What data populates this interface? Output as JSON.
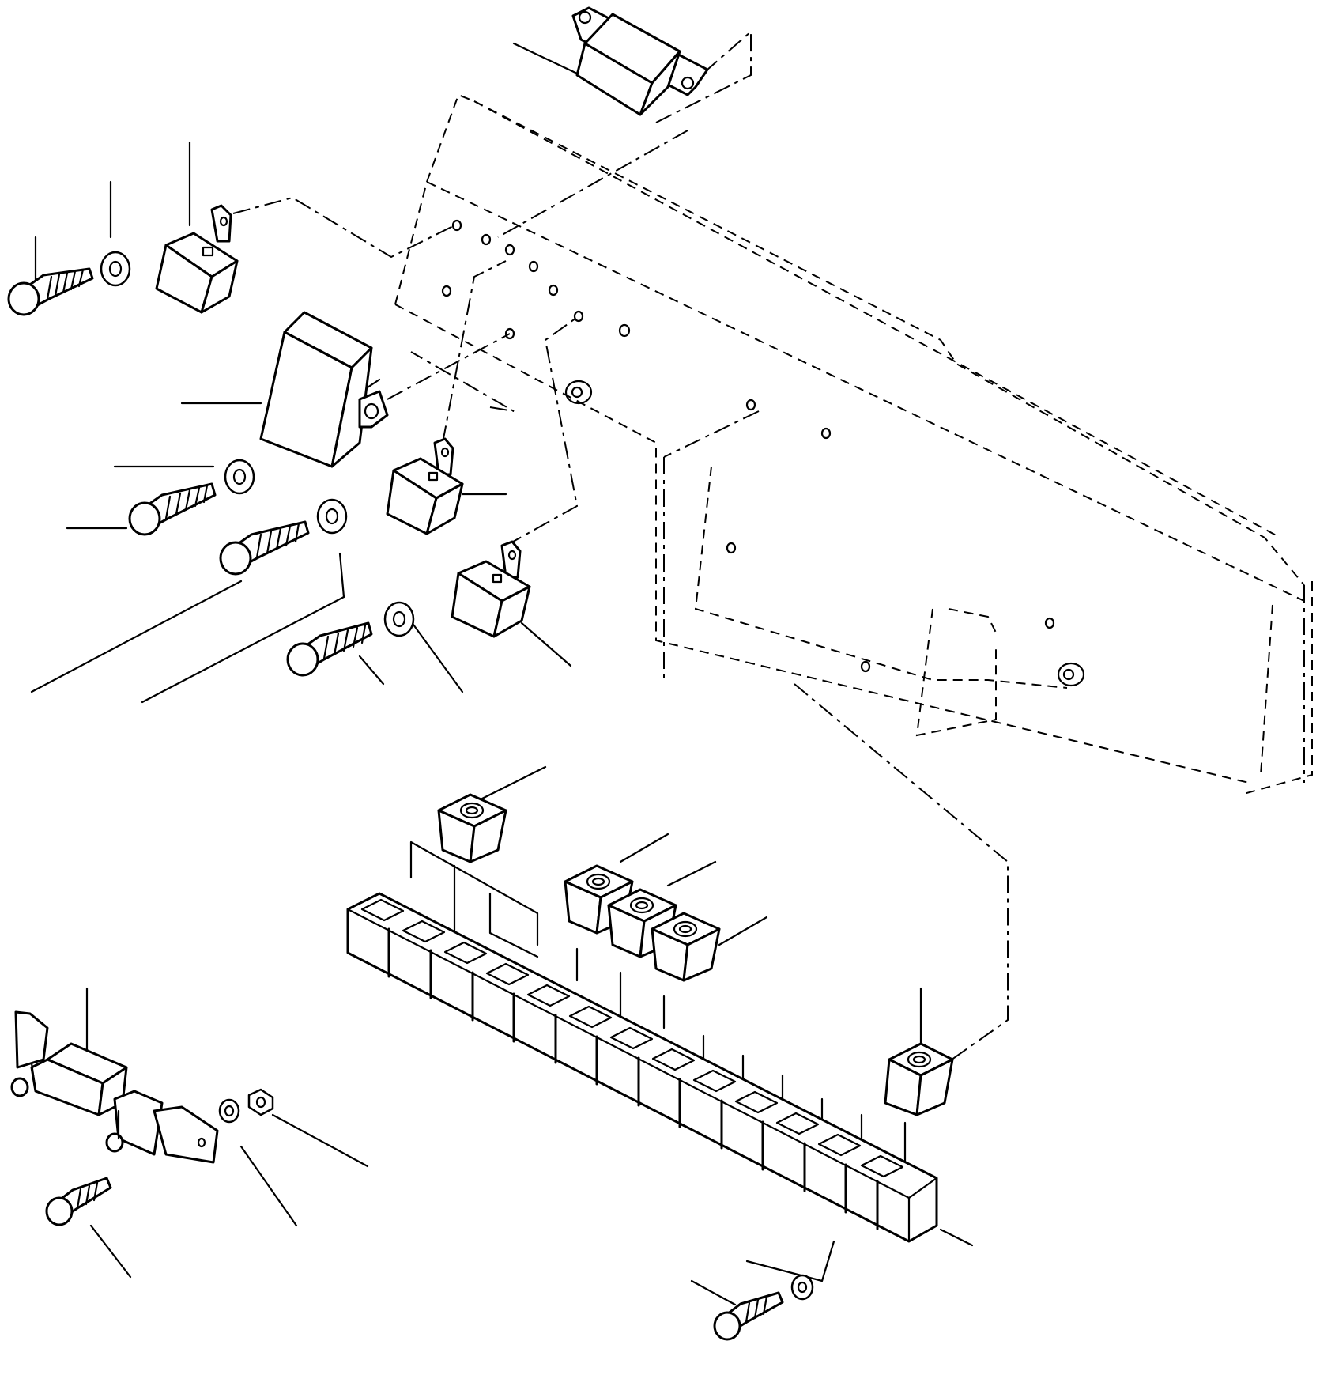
{
  "colors": {
    "stroke": "#000000",
    "background": "#ffffff"
  },
  "diagram": {
    "parts": [
      "mounting-panel",
      "relay-top",
      "relay-small-left",
      "control-unit",
      "relay-middle-1",
      "relay-middle-2",
      "relay-plug-1",
      "relay-plug-2",
      "relay-plug-3",
      "relay-plug-4",
      "relay-plug-5",
      "relay-socket-block",
      "flasher-unit",
      "bolts",
      "washers",
      "nuts"
    ]
  }
}
